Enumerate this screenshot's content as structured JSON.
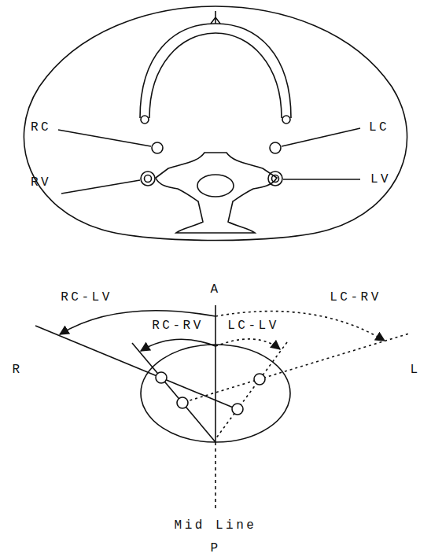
{
  "diagram": {
    "labels": [
      "RC",
      "LC",
      "RV",
      "LV",
      "A",
      "RC-LV",
      "LC-RV",
      "RC-RV",
      "LC-LV",
      "R",
      "L",
      "Mid Line",
      "P"
    ]
  }
}
